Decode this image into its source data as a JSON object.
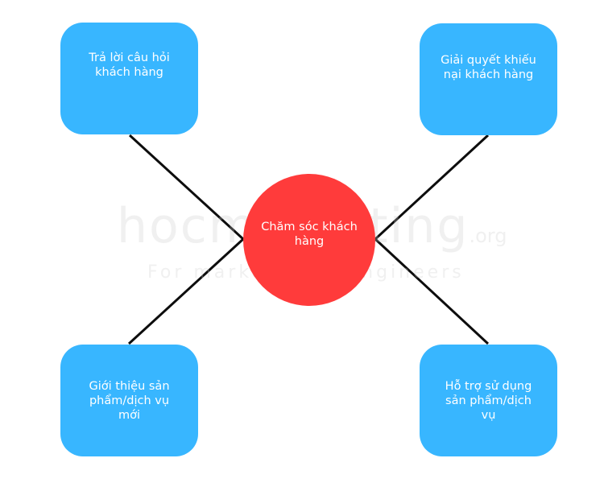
{
  "center": {
    "label": "Chăm sóc khách hàng",
    "color": "#ff3b3b"
  },
  "boxes": {
    "top_left": "Trả lời câu hỏi khách hàng",
    "top_right": "Giải quyết khiếu nại khách hàng",
    "bottom_left": "Giới thiệu sản phẩm/dịch vụ mới",
    "bottom_right": "Hỗ trợ sử dụng sản phẩm/dịch vụ",
    "color": "#38b6ff"
  },
  "watermark": {
    "main": "hocmarketing",
    "suffix": ".org",
    "tagline": "For marketers & engineers"
  }
}
